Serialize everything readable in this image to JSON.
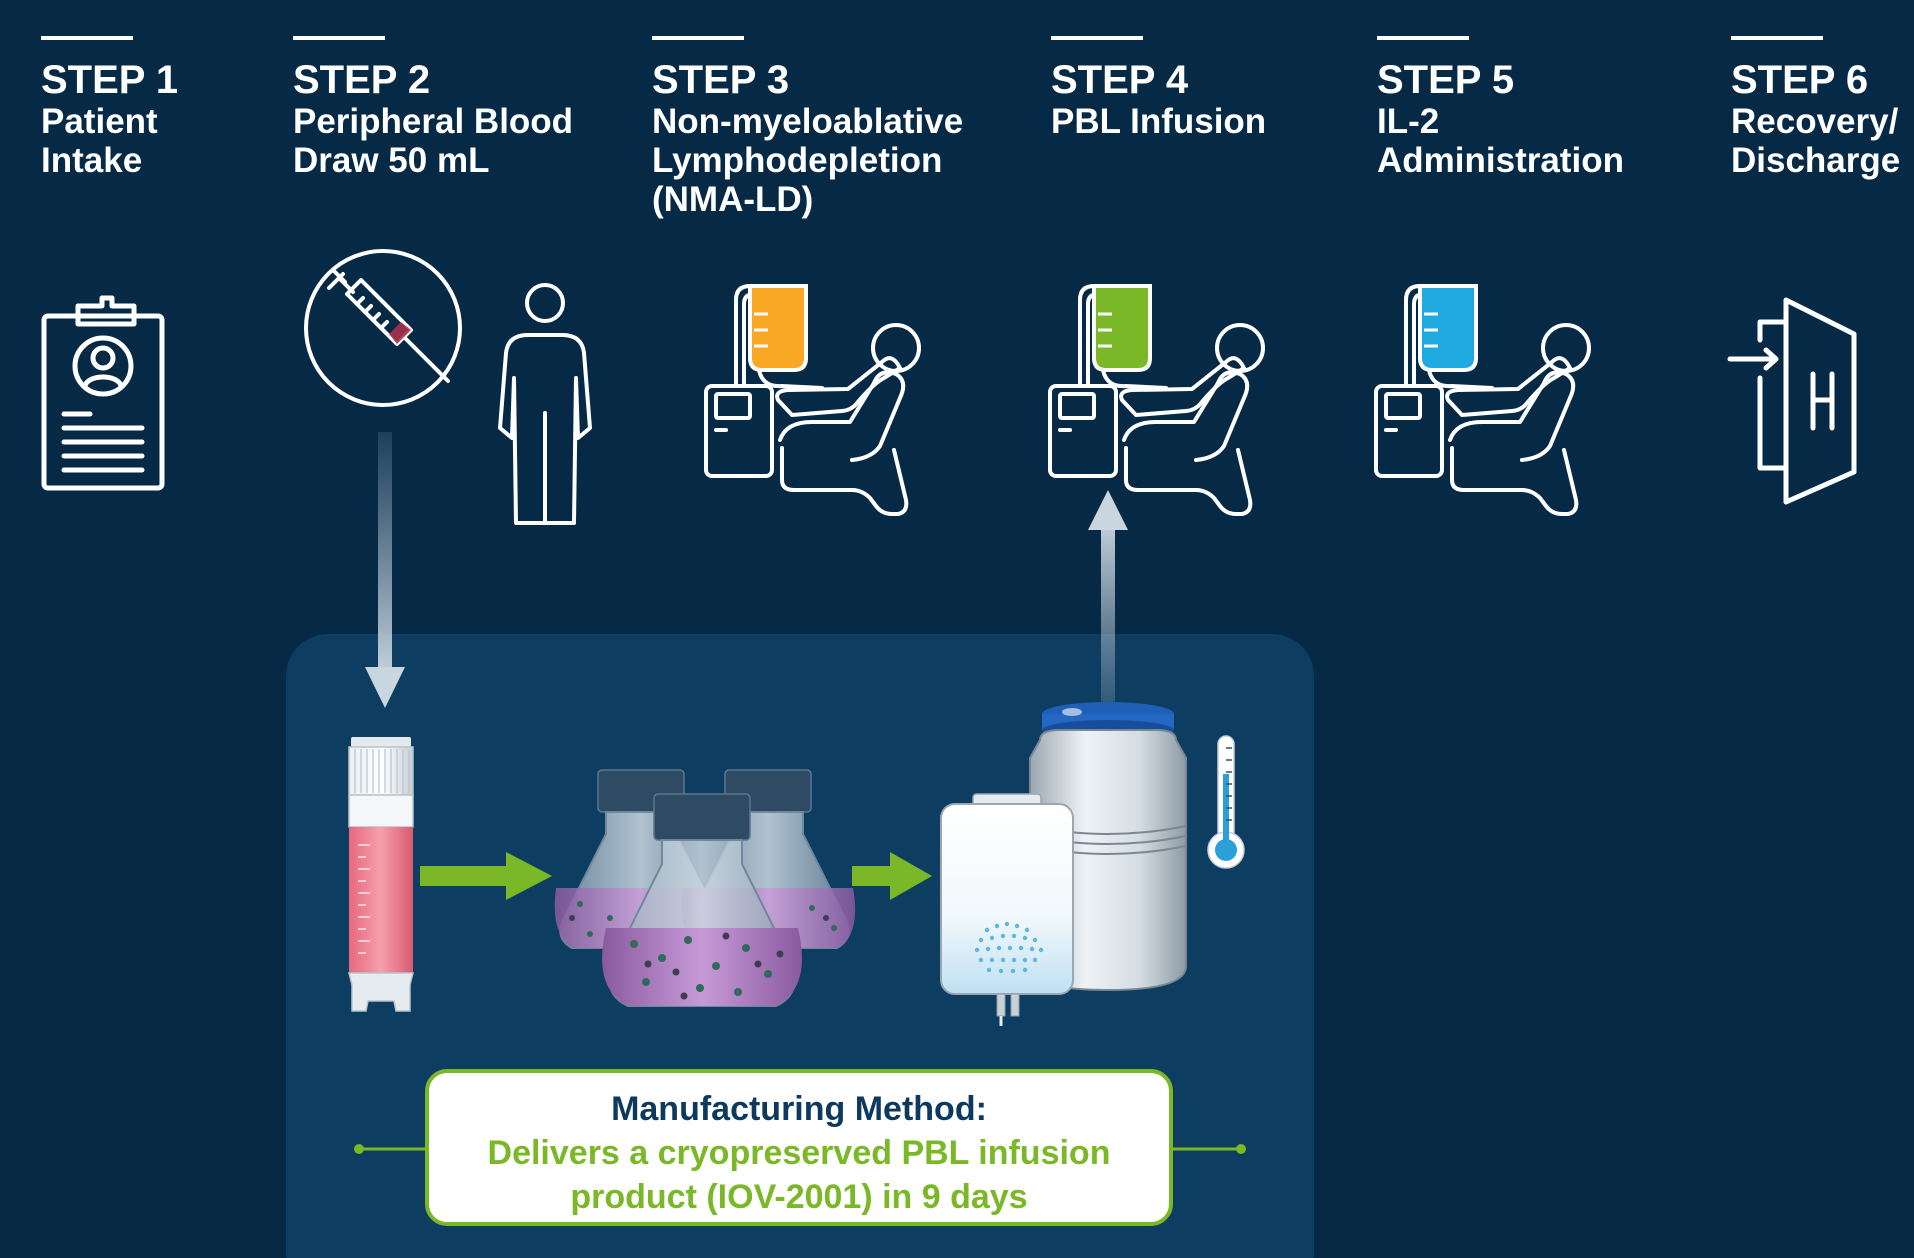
{
  "steps": [
    {
      "number": "STEP 1",
      "title_lines": [
        "Patient",
        "Intake"
      ],
      "icon": "clipboard-icon"
    },
    {
      "number": "STEP 2",
      "title_lines": [
        "Peripheral Blood",
        "Draw 50 mL"
      ],
      "icon": "syringe-icon"
    },
    {
      "number": "STEP 3",
      "title_lines": [
        "Non-myeloablative",
        "Lymphodepletion",
        "(NMA-LD)"
      ],
      "icon": "infusion-chair-icon",
      "bag_color": "#f9a825"
    },
    {
      "number": "STEP 4",
      "title_lines": [
        "PBL Infusion"
      ],
      "icon": "infusion-chair-icon",
      "bag_color": "#7ab827"
    },
    {
      "number": "STEP 5",
      "title_lines": [
        "IL-2",
        "Administration"
      ],
      "icon": "infusion-chair-icon",
      "bag_color": "#1fa9e1"
    },
    {
      "number": "STEP 6",
      "title_lines": [
        "Recovery/",
        "Discharge"
      ],
      "icon": "door-exit-icon"
    }
  ],
  "manufacturing": {
    "title": "Manufacturing Method:",
    "description_line1": "Delivers a cryopreserved PBL infusion",
    "description_line2": "product (IOV-2001) in 9 days"
  },
  "colors": {
    "background": "#062a46",
    "panel": "#0e3d62",
    "accent_green": "#7ab827",
    "title_blue": "#0b3a5e"
  }
}
